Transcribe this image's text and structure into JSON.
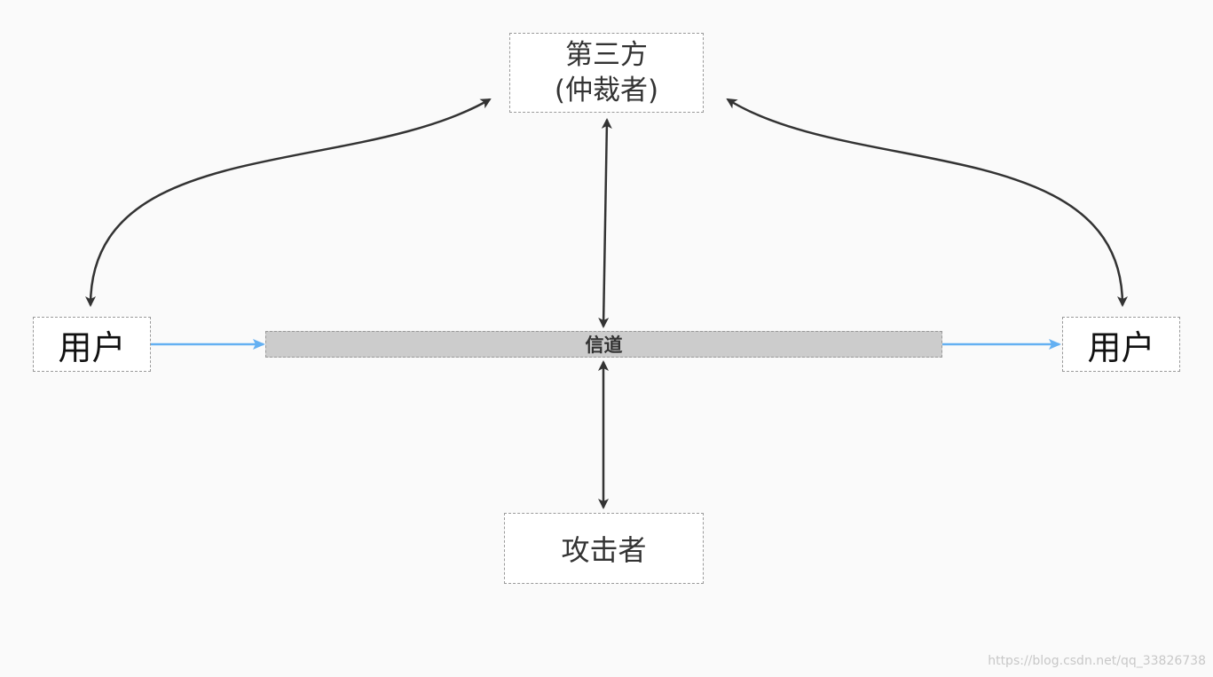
{
  "nodes": {
    "third_party": {
      "line1": "第三方",
      "line2": "(仲裁者)"
    },
    "user_left": {
      "label": "用户"
    },
    "user_right": {
      "label": "用户"
    },
    "channel": {
      "label": "信道"
    },
    "attacker": {
      "label": "攻击者"
    }
  },
  "colors": {
    "background": "#fafafa",
    "bidirectional_edge": "#333333",
    "flow_edge": "#64b0f2",
    "channel_fill": "#cccccc"
  },
  "watermark": "https://blog.csdn.net/qq_33826738"
}
